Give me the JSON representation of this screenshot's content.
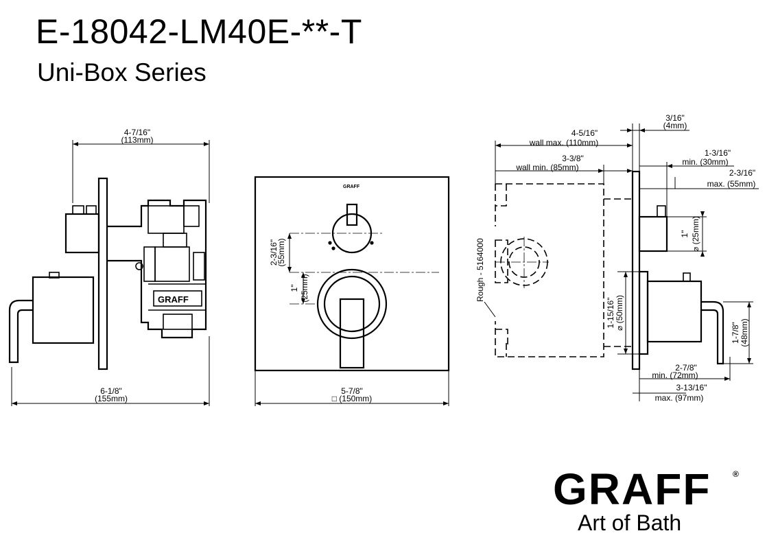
{
  "header": {
    "model": "E-18042-LM40E-**-T",
    "series": "Uni-Box Series"
  },
  "brand": {
    "name": "GRAFF",
    "registered": "®",
    "tagline": "Art of Bath",
    "logo_on_part": "GRAFF"
  },
  "dimensions": {
    "side_top_in": "4-7/16\"",
    "side_top_mm": "(113mm)",
    "side_bottom_in": "6-1/8\"",
    "side_bottom_mm": "(155mm)",
    "front_bottom_in": "5-7/8\"",
    "front_bottom_mm": "□ (150mm)",
    "front_v1_in": "2-3/16\"",
    "front_v1_mm": "(55mm)",
    "front_v2_in": "1\"",
    "front_v2_mm": "(25mm)",
    "r_thick_in": "3/16\"",
    "r_thick_mm": "(4mm)",
    "r_wallmax_in": "4-5/16\"",
    "r_wallmax_mm": "wall max.  (110mm)",
    "r_wallmin_in": "3-3/8\"",
    "r_wallmin_mm": "wall min.  (85mm)",
    "r_min30_in": "1-3/16\"",
    "r_min30_mm": "min. (30mm)",
    "r_max55_in": "2-3/16\"",
    "r_max55_mm": "max. (55mm)",
    "r_dia25_in": "1\"",
    "r_dia25_mm": "⌀ (25mm)",
    "r_dia50_in": "1-15/16\"",
    "r_dia50_mm": "⌀ (50mm)",
    "r_48_in": "1-7/8\"",
    "r_48_mm": "(48mm)",
    "r_min72_in": "2-7/8\"",
    "r_min72_mm": "min. (72mm)",
    "r_max97_in": "3-13/16\"",
    "r_max97_mm": "max. (97mm)",
    "rough_label": "Rough - 5164000"
  },
  "colors": {
    "line": "#000000",
    "background": "#ffffff"
  }
}
